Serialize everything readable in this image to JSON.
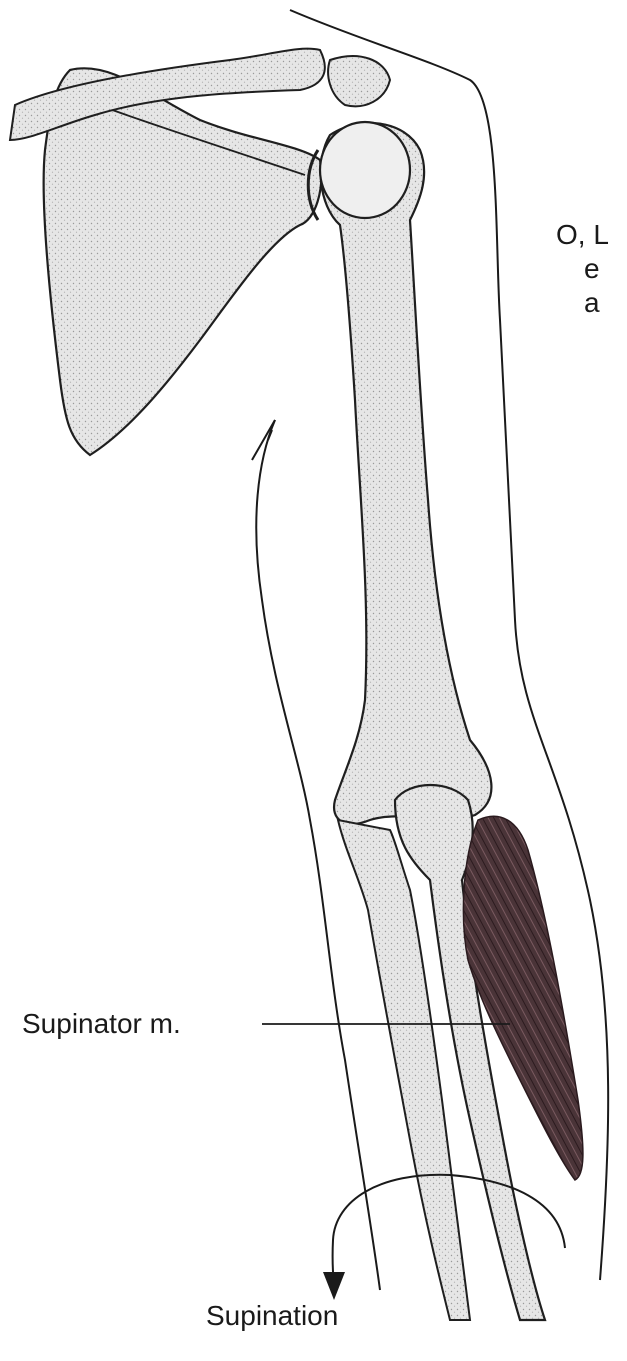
{
  "labels": {
    "muscle": "Supinator m.",
    "motion": "Supination",
    "origin_fragment": [
      "O, L",
      "e",
      "a"
    ]
  },
  "colors": {
    "bone_fill": "#ececec",
    "bone_stroke": "#1f1f1f",
    "muscle_fill": "#4a3438",
    "muscle_stroke": "#2a1a1e",
    "outline": "#1a1a1a",
    "background": "#ffffff"
  }
}
